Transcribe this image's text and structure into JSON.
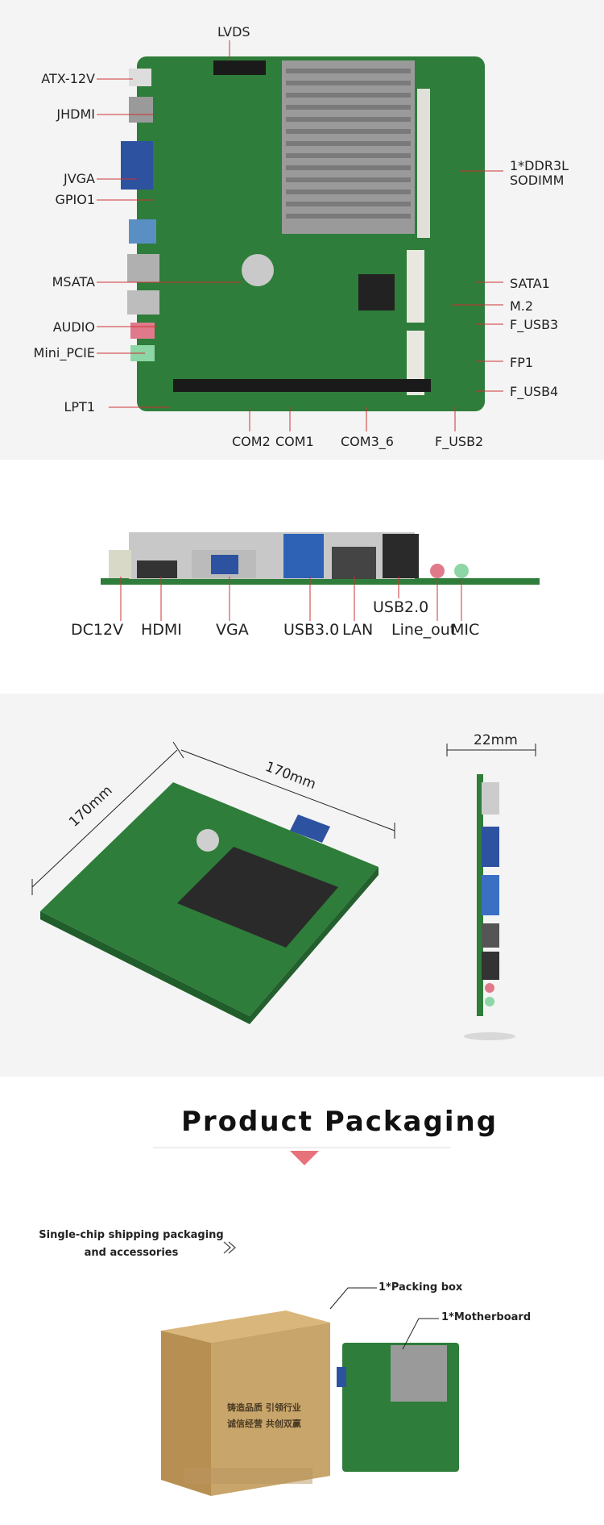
{
  "section1": {
    "labels_left": [
      "ATX-12V",
      "JHDMI",
      "JVGA",
      "GPIO1",
      "MSATA",
      "AUDIO",
      "Mini_PCIE",
      "LPT1"
    ],
    "labels_right": [
      "1*DDR3L",
      "SODIMM",
      "SATA1",
      "M.2",
      "F_USB3",
      "FP1",
      "F_USB4"
    ],
    "labels_top": "LVDS",
    "labels_bottom": [
      "COM2",
      "COM1",
      "COM3_6",
      "F_USB2"
    ]
  },
  "section2": {
    "labels": [
      "DC12V",
      "HDMI",
      "VGA",
      "USB3.0",
      "LAN",
      "USB2.0",
      "Line_out",
      "MIC"
    ]
  },
  "section3": {
    "dim_width": "170mm",
    "dim_depth": "170mm",
    "dim_height": "22mm"
  },
  "section4": {
    "title": "Product Packaging",
    "note_line1": "Single-chip shipping packaging",
    "note_line2": "and accessories",
    "item_box": "1*Packing box",
    "item_board": "1*Motherboard",
    "box_text1": "铸造品质  引领行业",
    "box_text2": "诚信经营  共创双赢"
  },
  "colors": {
    "pcb": "#2e7d3a",
    "pcb_dark": "#1f5e2a",
    "line": "#cc3333",
    "accent": "#e8727a",
    "box": "#c8a56b"
  }
}
